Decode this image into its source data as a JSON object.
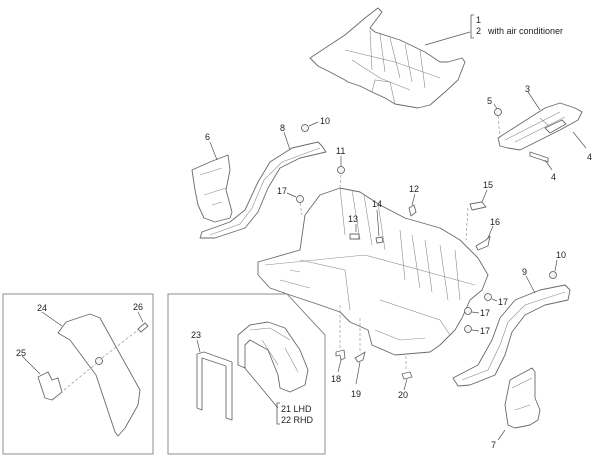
{
  "diagram": {
    "title": "Floor panel assembly exploded view",
    "background": "#ffffff",
    "line_color": "#6a6a6a"
  },
  "callouts": {
    "c1": "1",
    "c2": "2",
    "c2_note": "with air conditioner",
    "c3": "3",
    "c4a": "4",
    "c4b": "4",
    "c5": "5",
    "c6": "6",
    "c7": "7",
    "c8": "8",
    "c9": "9",
    "c10a": "10",
    "c10b": "10",
    "c11": "11",
    "c12": "12",
    "c13": "13",
    "c14": "14",
    "c15": "15",
    "c16": "16",
    "c17a": "17",
    "c17b": "17",
    "c17c": "17",
    "c17d": "17",
    "c18": "18",
    "c19": "19",
    "c20": "20",
    "c21": "21 LHD",
    "c22": "22 RHD",
    "c23": "23",
    "c24": "24",
    "c25": "25",
    "c26": "26"
  }
}
